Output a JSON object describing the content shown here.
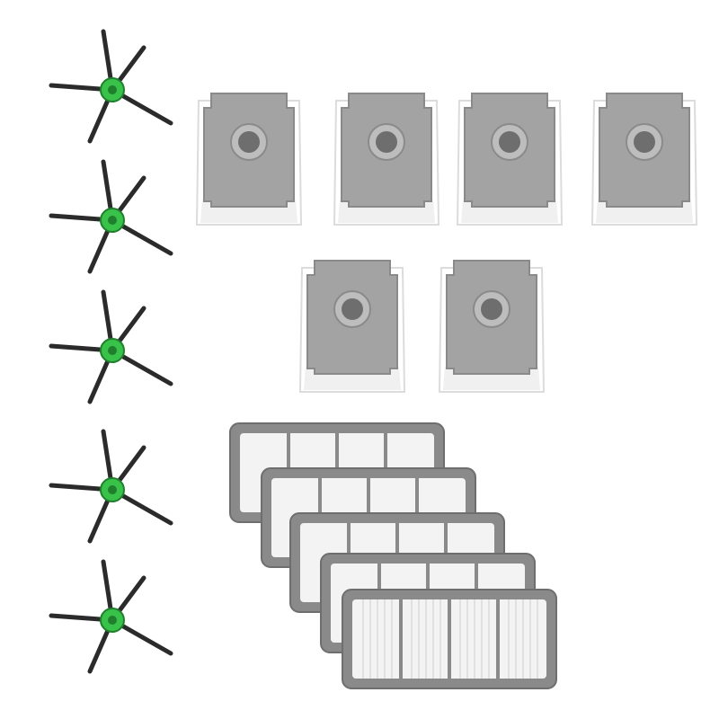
{
  "scene": {
    "background": "#ffffff",
    "colors": {
      "brush_hub": "#39c24a",
      "brush_hub_dark": "#1f7f2c",
      "brush_arm": "#2b2b2b",
      "bag_fabric": "#ffffff",
      "bag_fabric_shade": "#dcdcdc",
      "bag_plate": "#a3a3a3",
      "bag_plate_edge": "#8a8a8a",
      "bag_port": "#6e6e6e",
      "filter_frame": "#8a8a8a",
      "filter_media": "#f3f3f3"
    },
    "items": {
      "side_brushes": {
        "count": 5,
        "icon": "side-brush-icon"
      },
      "dust_bags": {
        "count": 6,
        "icon": "dust-bag-icon"
      },
      "hepa_filters": {
        "count": 5,
        "icon": "hepa-filter-icon"
      }
    }
  }
}
